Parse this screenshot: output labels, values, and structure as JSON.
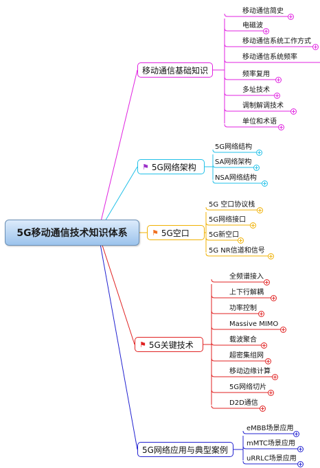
{
  "root": {
    "label": "5G移动通信技术知识体系"
  },
  "branches": [
    {
      "label": "移动通信基础知识",
      "color": "#e020e0",
      "flag": "",
      "leaves": [
        "移动通信简史",
        "电磁波",
        "移动通信系统工作方式",
        "移动通信系统频率",
        "频率复用",
        "多址技术",
        "调制解调技术",
        "单位和术语"
      ]
    },
    {
      "label": "5G网络架构",
      "color": "#20c0e8",
      "flag": "purple-flag-icon",
      "leaves": [
        "5G网络结构",
        "SA网络架构",
        "NSA网络结构"
      ]
    },
    {
      "label": "5G空口",
      "color": "#f0b000",
      "flag": "orange-flag-icon",
      "leaves": [
        "5G 空口协议栈",
        "5G网络接口",
        "5G新空口",
        "5G NR信道和信号"
      ]
    },
    {
      "label": "5G关键技术",
      "color": "#e02020",
      "flag": "red-flag-icon",
      "leaves": [
        "全频谱接入",
        "上下行解耦",
        "功率控制",
        "Massive MIMO",
        "载波聚合",
        "超密集组网",
        "移动边缘计算",
        "5G网络切片",
        "D2D通信"
      ]
    },
    {
      "label": "5G网络应用与典型案例",
      "color": "#2020d0",
      "flag": "",
      "leaves": [
        "eMBB场景应用",
        "mMTC场景应用",
        "uRRLC场景应用"
      ]
    }
  ]
}
